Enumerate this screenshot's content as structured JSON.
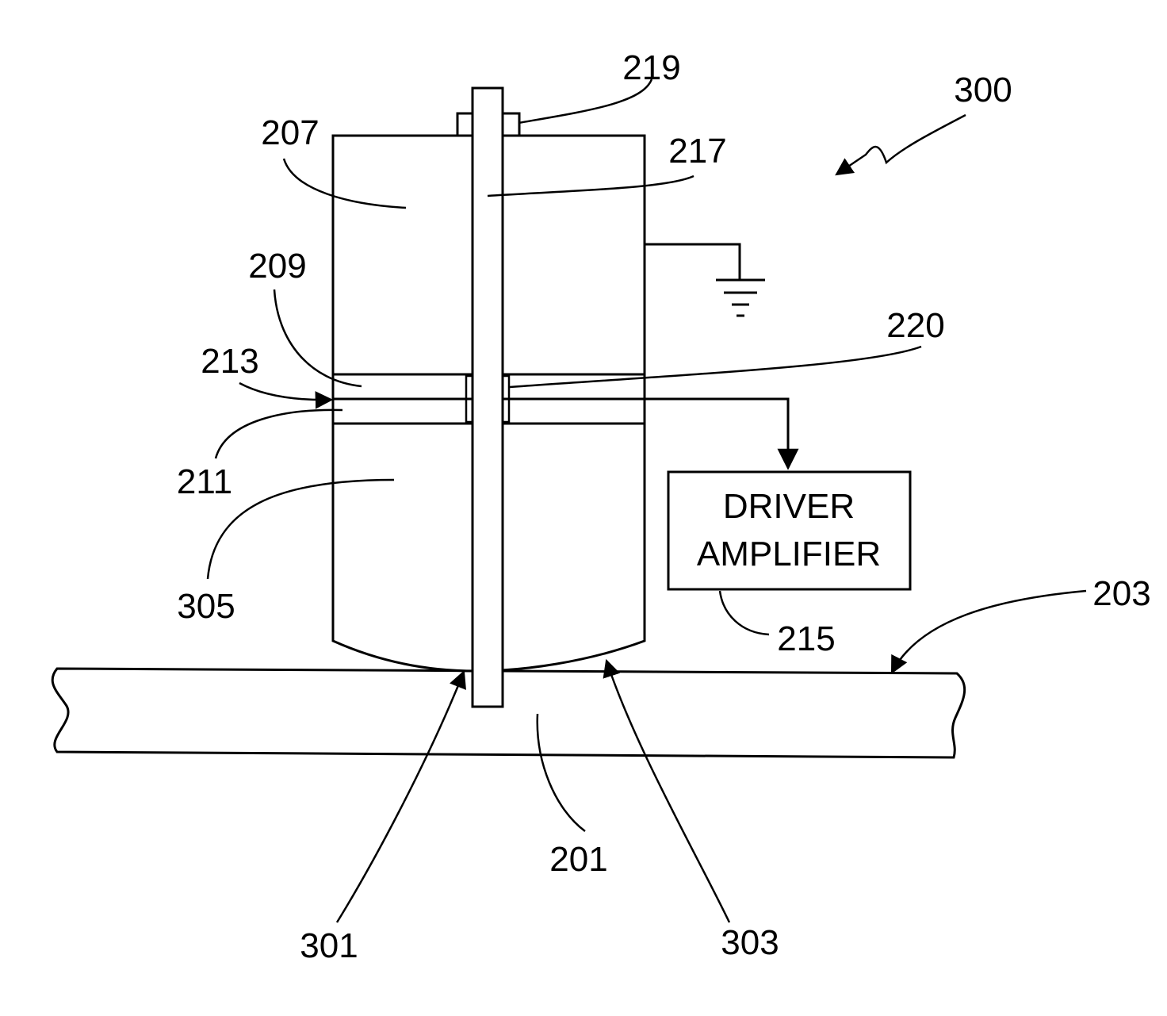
{
  "figure": {
    "figure_number": "300",
    "labels": {
      "r201": "201",
      "r203": "203",
      "r207": "207",
      "r209": "209",
      "r211": "211",
      "r213": "213",
      "r215": "215",
      "r217": "217",
      "r219": "219",
      "r220": "220",
      "r301": "301",
      "r303": "303",
      "r305": "305"
    },
    "driver_box": {
      "line1": "DRIVER",
      "line2": "AMPLIFIER"
    }
  },
  "colors": {
    "stroke": "#000000",
    "background": "#ffffff"
  }
}
